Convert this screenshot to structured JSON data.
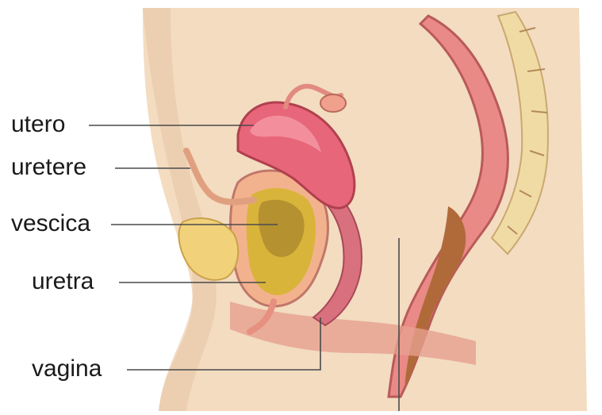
{
  "labels": {
    "utero": "utero",
    "uretere": "uretere",
    "vescica": "vescica",
    "uretra": "uretra",
    "vagina": "vagina"
  },
  "colors": {
    "skin": "#f3dcc0",
    "skin_shadow": "#e2bf9c",
    "uterus": "#e8667a",
    "uterus_light": "#f59aa6",
    "bladder_wall": "#f3b28e",
    "bladder_inner": "#d9b43a",
    "colon": "#e98a86",
    "colon_dark": "#b95a5a",
    "spine": "#f0dba4",
    "leader_line": "#4a4a4a"
  }
}
